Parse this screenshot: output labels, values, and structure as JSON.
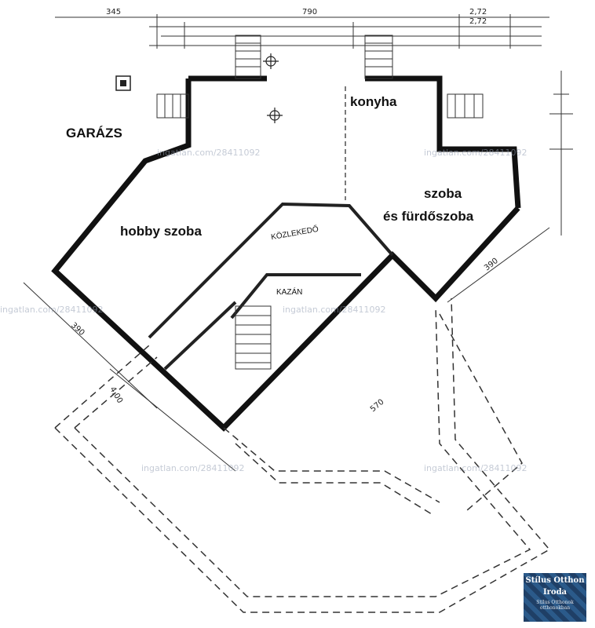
{
  "rooms": {
    "garage": "GARÁZS",
    "kitchen": "konyha",
    "room_line1": "szoba",
    "room_line2": "és fürdőszoba",
    "hobby": "hobby szoba",
    "corridor": "KÖZLEKEDŐ",
    "boiler": "KAZÁN"
  },
  "dimensions": {
    "top1": "345",
    "top2": "790",
    "top3": "2,72",
    "top4": "2,72",
    "left1": "390",
    "right1": "390",
    "bottom1": "570",
    "bottom2": "4,00"
  },
  "watermark": "ingatlan.com/28411092",
  "logo": {
    "line1": "Stílus Otthon",
    "line2": "Iroda",
    "tagline": "Stílus Otthonok otthonokban"
  }
}
